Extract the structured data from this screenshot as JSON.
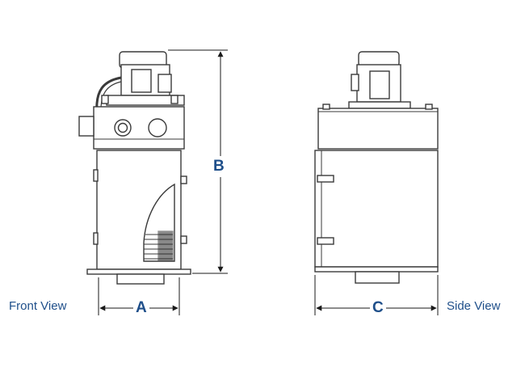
{
  "labels": {
    "front_view": "Front View",
    "side_view": "Side View",
    "dim_a": "A",
    "dim_b": "B",
    "dim_c": "C"
  },
  "colors": {
    "line": "#3a3a3a",
    "dimension": "#1a1a1a",
    "label": "#1f4f8a",
    "fill": "#ffffff",
    "dark": "#2a2a2a"
  }
}
